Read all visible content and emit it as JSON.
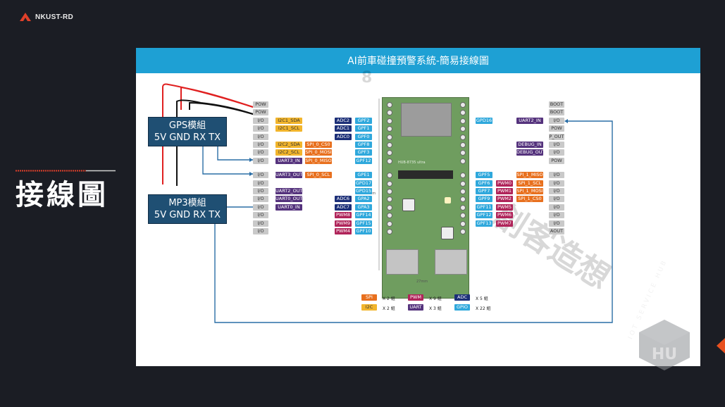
{
  "brand": {
    "name": "NKUST-RD",
    "logo_icon": "triangle-logo-icon",
    "accent": "#e0402a"
  },
  "sidebar": {
    "title": "接線圖"
  },
  "slide": {
    "title": "AI前車碰撞預警系統-簡易接線圖"
  },
  "modules": [
    {
      "name": "GPS模組",
      "pins": "5V GND RX TX"
    },
    {
      "name": "MP3模組",
      "pins": "5V GND RX TX"
    }
  ],
  "left_pins": [
    {
      "io": "POW",
      "func1": "",
      "func2": "",
      "alt": "",
      "gpio": ""
    },
    {
      "io": "POW",
      "func1": "",
      "func2": "",
      "alt": "",
      "gpio": ""
    },
    {
      "io": "I/O",
      "func1": "I2C1_SDA",
      "func2": "",
      "alt": "ADC2",
      "gpio": "GPF2"
    },
    {
      "io": "I/O",
      "func1": "I2C1_SCL",
      "func2": "",
      "alt": "ADC1",
      "gpio": "GPF1"
    },
    {
      "io": "I/O",
      "func1": "",
      "func2": "",
      "alt": "ADC0",
      "gpio": "GPF0"
    },
    {
      "io": "I/O",
      "func1": "I2C2_SDA",
      "func2": "SPI_0_CS0",
      "alt": "",
      "gpio": "GPF8"
    },
    {
      "io": "I/O",
      "func1": "I2C2_SCL",
      "func2": "SPI_0_MOSI",
      "alt": "",
      "gpio": "GPF3"
    },
    {
      "io": "I/O",
      "func1": "UART3_IN",
      "func2": "SPI_0_MISO",
      "alt": "",
      "gpio": "GPF12"
    },
    {
      "io": "I/O",
      "func1": "UART3_OUT",
      "func2": "SPI_0_SCL",
      "alt": "",
      "gpio": "GPE1"
    },
    {
      "io": "I/O",
      "func1": "",
      "func2": "",
      "alt": "",
      "gpio": "GPD17"
    },
    {
      "io": "I/O",
      "func1": "UART2_OUT",
      "func2": "",
      "alt": "",
      "gpio": "GPD15"
    },
    {
      "io": "I/O",
      "func1": "UART0_OUT",
      "func2": "",
      "alt": "ADC6",
      "gpio": "GPA2"
    },
    {
      "io": "I/O",
      "func1": "UART0_IN",
      "func2": "",
      "alt": "ADC7",
      "gpio": "GPA3"
    },
    {
      "io": "I/O",
      "func1": "",
      "func2": "",
      "alt": "PWM8",
      "gpio": "GPF14"
    },
    {
      "io": "I/O",
      "func1": "",
      "func2": "",
      "alt": "PWM9",
      "gpio": "GPF15"
    },
    {
      "io": "I/O",
      "func1": "",
      "func2": "",
      "alt": "PWM4",
      "gpio": "GPF10"
    }
  ],
  "right_pins": [
    {
      "gpio": "",
      "alt": "",
      "func": "",
      "io": "BOOT"
    },
    {
      "gpio": "",
      "alt": "",
      "func": "",
      "io": "BOOT"
    },
    {
      "gpio": "GPD16",
      "alt": "",
      "func": "UART2_IN",
      "io": "I/O"
    },
    {
      "gpio": "",
      "alt": "",
      "func": "",
      "io": "POW"
    },
    {
      "gpio": "",
      "alt": "",
      "func": "",
      "io": "P_OUT"
    },
    {
      "gpio": "",
      "alt": "",
      "func": "DEBUG_IN",
      "io": "I/O"
    },
    {
      "gpio": "",
      "alt": "",
      "func": "DEBUG_OUT",
      "io": "I/O"
    },
    {
      "gpio": "",
      "alt": "",
      "func": "",
      "io": "POW"
    },
    {
      "gpio": "GPF5",
      "alt": "",
      "func": "SPI_1_MISO",
      "io": "I/O"
    },
    {
      "gpio": "GPF6",
      "alt": "PWM0",
      "func": "SPI_1_SCL",
      "io": "I/O"
    },
    {
      "gpio": "GPF7",
      "alt": "PWM1",
      "func": "SPI_1_MOSI",
      "io": "I/O"
    },
    {
      "gpio": "GPF9",
      "alt": "PWM2",
      "func": "SPI_1_CS0",
      "io": "I/O"
    },
    {
      "gpio": "GPF11",
      "alt": "PWM5",
      "func": "",
      "io": "I/O"
    },
    {
      "gpio": "GPF12",
      "alt": "PWM6",
      "func": "",
      "io": "I/O"
    },
    {
      "gpio": "GPF13",
      "alt": "PWM7",
      "func": "",
      "io": "I/O"
    },
    {
      "gpio": "",
      "alt": "",
      "func": "",
      "io": "AOUT"
    }
  ],
  "board": {
    "label": "HUB-8735 ultra",
    "height_dim": "53mm",
    "width_dim": "27mm"
  },
  "legend": [
    {
      "tag": "SPI",
      "count": "X 2 組",
      "kind": "spi"
    },
    {
      "tag": "PWM",
      "count": "X 9 組",
      "kind": "pwm"
    },
    {
      "tag": "ADC",
      "count": "X 5 組",
      "kind": "adc"
    },
    {
      "tag": "I2C",
      "count": "X 2 組",
      "kind": "i2c"
    },
    {
      "tag": "UART",
      "count": "X 3 組",
      "kind": "uart"
    },
    {
      "tag": "GPIO",
      "count": "X 22 組",
      "kind": "gpio"
    }
  ],
  "watermark": {
    "text": "創客造想",
    "num": "8"
  },
  "footer": {
    "ring_text": "IOT SERVICE HUB",
    "hub_icon": "hub-cube-logo-icon",
    "arrow_icon": "next-arrow-icon"
  },
  "colors": {
    "header": "#1ea0d4",
    "module": "#1f4f73",
    "wire_red": "#e02020",
    "wire_black": "#111111",
    "wire_blue": "#2a6ea6"
  }
}
